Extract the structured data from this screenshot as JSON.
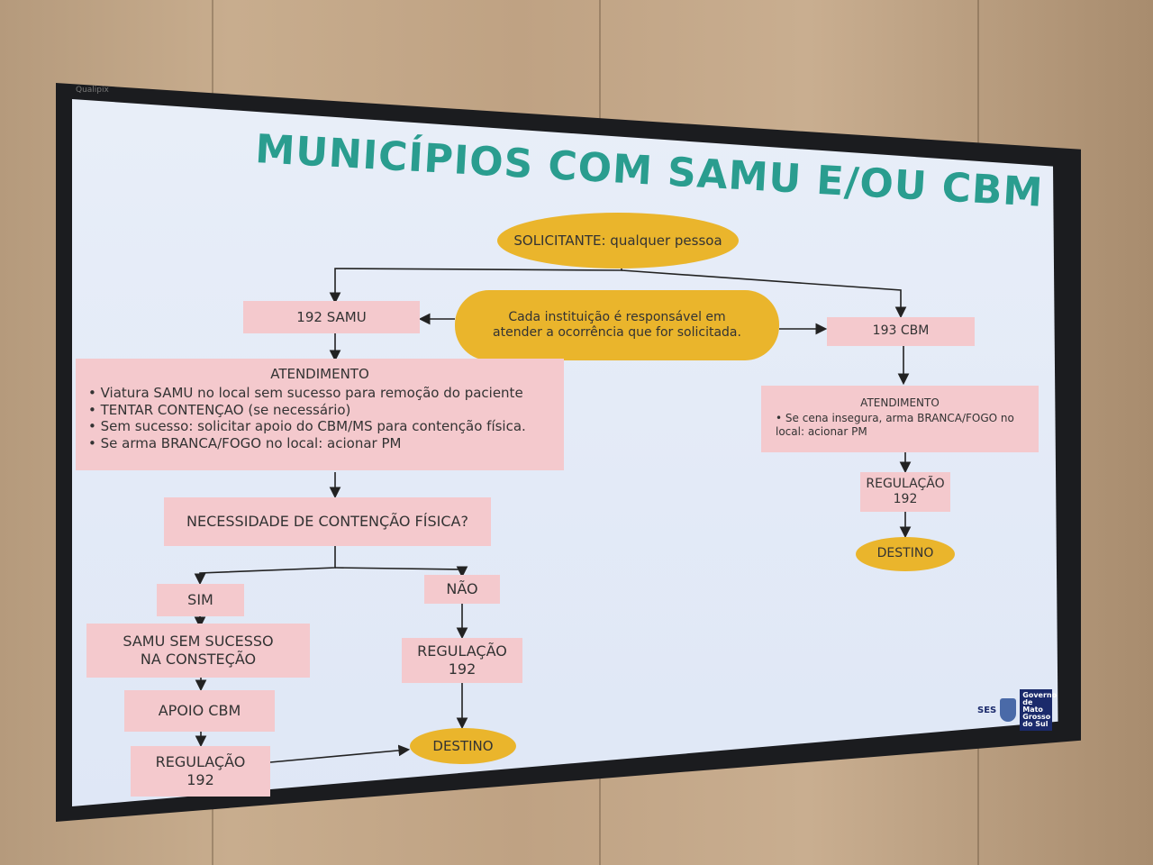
{
  "tv_brand": "Qualipix",
  "title": "MUNICÍPIOS COM SAMU E/OU CBM",
  "solicitante": "SOLICITANTE: qualquer pessoa",
  "center_note": "Cada instituição é responsável em atender a ocorrência que for solicitada.",
  "samu": {
    "label": "192 SAMU",
    "atendimento_title": "ATENDIMENTO",
    "atendimento_items": [
      "Viatura SAMU no local sem sucesso para remoção do paciente",
      "TENTAR CONTENÇAO (se necessário)",
      "Sem sucesso: solicitar apoio do CBM/MS para contenção física.",
      "Se arma BRANCA/FOGO no local: acionar PM"
    ],
    "question": "NECESSIDADE DE CONTENÇÃO FÍSICA?",
    "sim": "SIM",
    "nao": "NÃO",
    "sim_fail": "SAMU SEM SUCESSO NA CONSTEÇÃO",
    "apoio": "APOIO CBM",
    "regulacao_left": "REGULAÇÃO 192",
    "regulacao_mid": "REGULAÇÃO 192",
    "destino": "DESTINO"
  },
  "cbm": {
    "label": "193 CBM",
    "atendimento_title": "ATENDIMENTO",
    "atendimento_items": [
      "Se cena insegura, arma BRANCA/FOGO no local: acionar PM"
    ],
    "regulacao": "REGULAÇÃO 192",
    "destino": "DESTINO"
  },
  "logos": {
    "ses": "SES",
    "state": "Governo de Mato Grosso do Sul"
  },
  "colors": {
    "title": "#2a9d8f",
    "box": "#f4c9cd",
    "oval": "#eab52c"
  }
}
